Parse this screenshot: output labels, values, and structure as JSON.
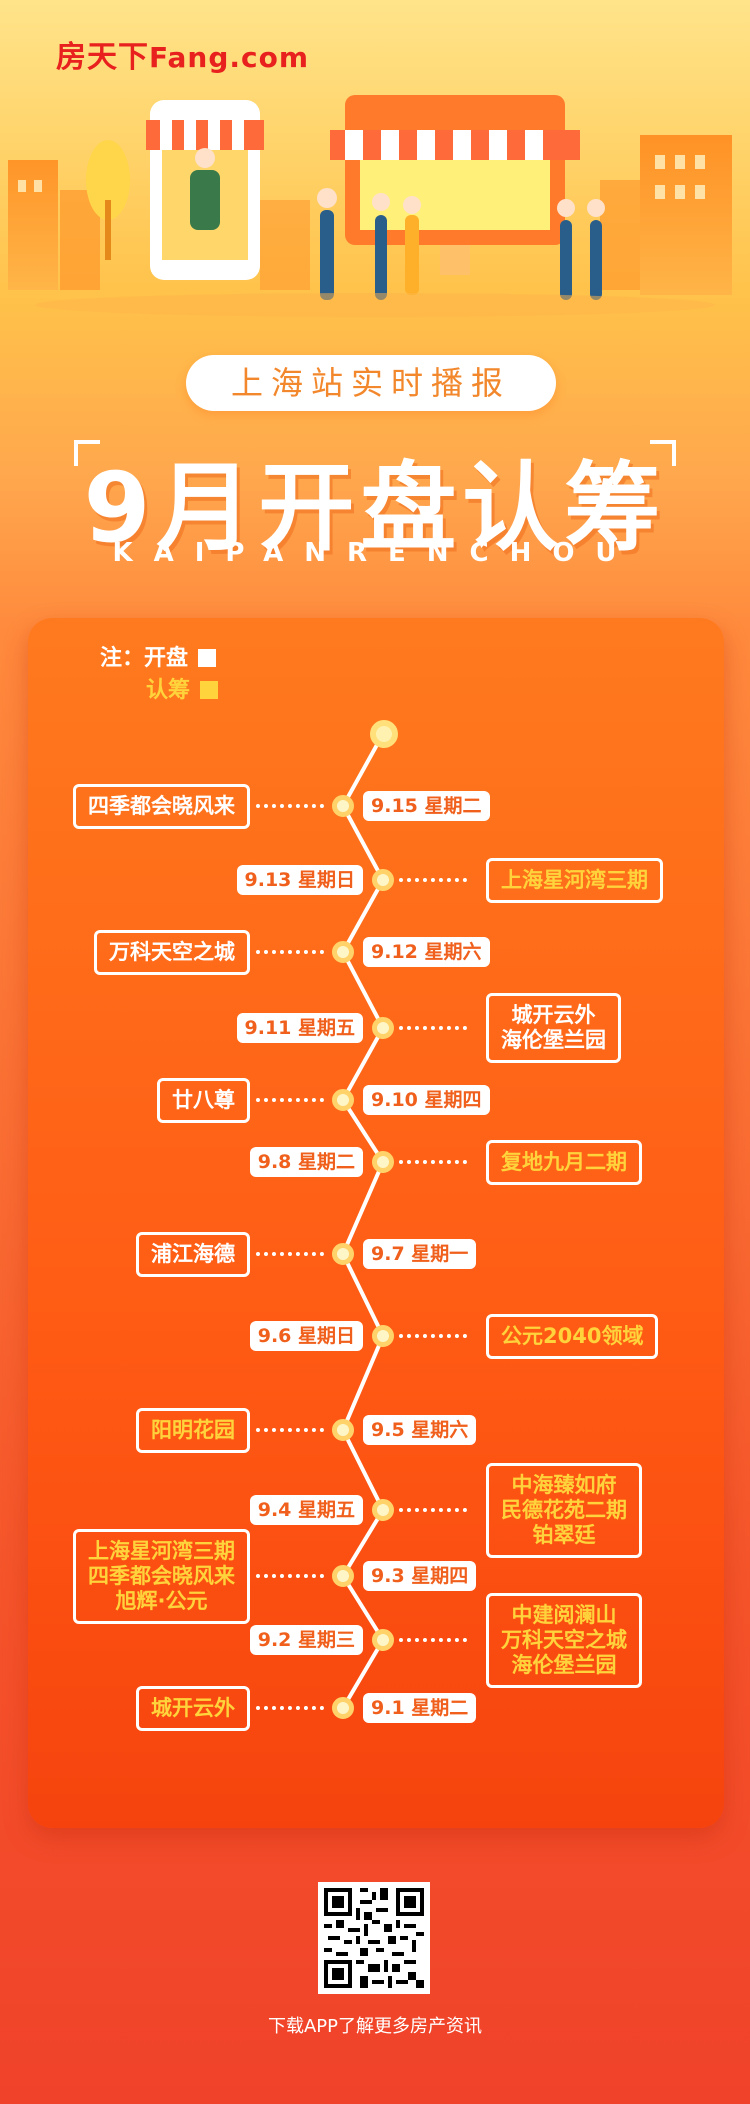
{
  "brand": {
    "logo_cn": "房天下",
    "logo_en": "Fang.com"
  },
  "header": {
    "pill": "上海站实时播报",
    "title": "9月开盘认筹",
    "subtitle": "KAIPANRENCHOU"
  },
  "legend": {
    "prefix": "注：",
    "open_label": "开盘",
    "subscribe_label": "认筹",
    "open_color": "#ffffff",
    "subscribe_color": "#ffd33b"
  },
  "timeline": [
    {
      "date": "9.15 星期二",
      "type": "open",
      "projects": "四季都会晓风来"
    },
    {
      "date": "9.13 星期日",
      "type": "subscribe",
      "projects": "上海星河湾三期"
    },
    {
      "date": "9.12 星期六",
      "type": "open",
      "projects": "万科天空之城"
    },
    {
      "date": "9.11 星期五",
      "type": "open",
      "projects": "城开云外\n海伦堡兰园"
    },
    {
      "date": "9.10 星期四",
      "type": "open",
      "projects": "廿八尊"
    },
    {
      "date": "9.8 星期二",
      "type": "subscribe",
      "projects": "复地九月二期"
    },
    {
      "date": "9.7 星期一",
      "type": "open",
      "projects": "浦江海德"
    },
    {
      "date": "9.6 星期日",
      "type": "subscribe",
      "projects": "公元2040领域"
    },
    {
      "date": "9.5 星期六",
      "type": "subscribe",
      "projects": "阳明花园"
    },
    {
      "date": "9.4 星期五",
      "type": "subscribe",
      "projects": "中海臻如府\n民德花苑二期\n铂翠廷"
    },
    {
      "date": "9.3 星期四",
      "type": "subscribe",
      "projects": "上海星河湾三期\n四季都会晓风来\n旭辉·公元"
    },
    {
      "date": "9.2 星期三",
      "type": "subscribe",
      "projects": "中建阅澜山\n万科天空之城\n海伦堡兰园"
    },
    {
      "date": "9.1 星期二",
      "type": "subscribe",
      "projects": "城开云外"
    }
  ],
  "footer": {
    "text": "下载APP了解更多房产资讯"
  },
  "colors": {
    "accent": "#f0601c",
    "bg_top": "#ffe48a",
    "bg_bottom": "#f0422a"
  }
}
